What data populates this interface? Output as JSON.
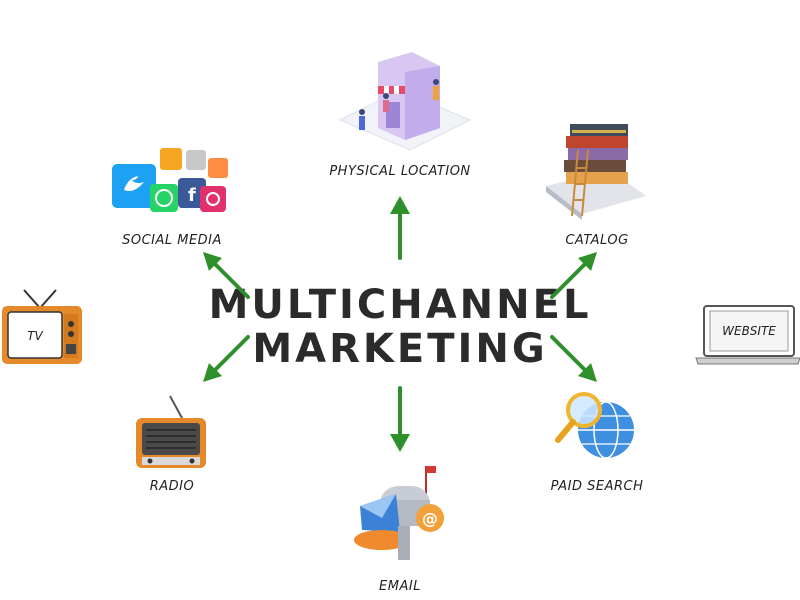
{
  "title": {
    "line1": "MULTICHANNEL",
    "line2": "MARKETING"
  },
  "channels": {
    "physical_location": "PHYSICAL LOCATION",
    "social_media": "SOCIAL MEDIA",
    "catalog": "CATALOG",
    "tv": "TV",
    "website": "WEBSITE",
    "radio": "RADIO",
    "paid_search": "PAID SEARCH",
    "email": "EMAIL"
  },
  "colors": {
    "arrow": "#2f8f2a",
    "title": "#2b2b2b",
    "tv_frame": "#e58a2a",
    "radio_body": "#e58a2a"
  },
  "icons": {
    "physical_location": "store-icon",
    "social_media": "social-cubes-icon",
    "catalog": "book-stack-icon",
    "tv": "tv-icon",
    "website": "laptop-icon",
    "radio": "radio-icon",
    "paid_search": "globe-search-icon",
    "email": "mailbox-icon"
  }
}
